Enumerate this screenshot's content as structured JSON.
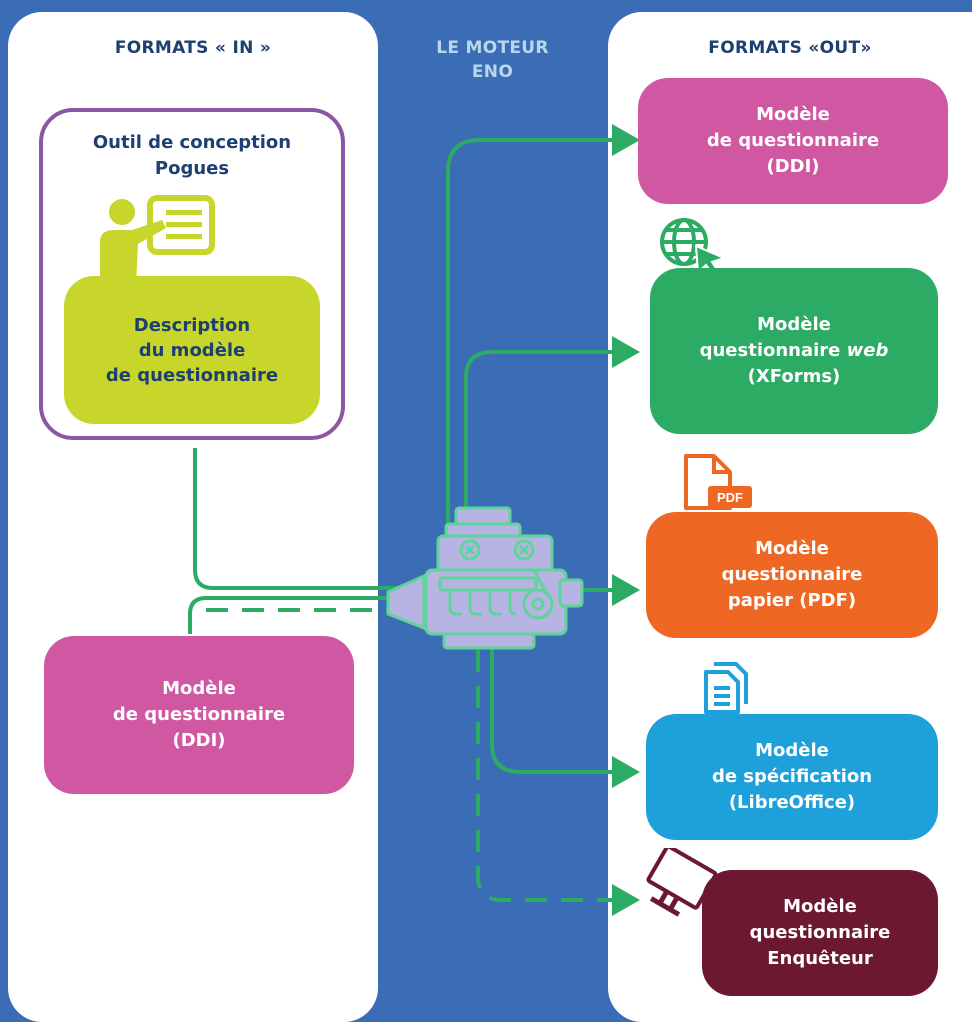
{
  "columns": {
    "in_title": "FORMATS « IN »",
    "middle_title_line1": "LE MOTEUR",
    "middle_title_line2": "ENO",
    "out_title": "FORMATS «OUT»"
  },
  "inputs": {
    "pogues_title_line1": "Outil de conception",
    "pogues_title_line2": "Pogues",
    "description_line1": "Description",
    "description_line2": "du modèle",
    "description_line3": "de questionnaire",
    "ddi_line1": "Modèle",
    "ddi_line2": "de questionnaire",
    "ddi_line3": "(DDI)"
  },
  "outputs": {
    "ddi_line1": "Modèle",
    "ddi_line2": "de questionnaire",
    "ddi_line3": "(DDI)",
    "web_line1": "Modèle",
    "web_line2a": "questionnaire ",
    "web_line2b": "web",
    "web_line3": "(XForms)",
    "pdf_line1": "Modèle",
    "pdf_line2": "questionnaire",
    "pdf_line3": "papier (PDF)",
    "spec_line1": "Modèle",
    "spec_line2": "de spécification",
    "spec_line3": "(LibreOffice)",
    "enq_line1": "Modèle",
    "enq_line2": "questionnaire",
    "enq_line3": "Enquêteur",
    "pdf_icon_label": "PDF"
  },
  "colors": {
    "background": "#3a6db6",
    "connector": "#2cab64",
    "pink": "#d058a2",
    "green": "#2cab64",
    "orange": "#ee6723",
    "blue": "#1ea1da",
    "burgundy": "#6c1830",
    "lime": "#c8d62b",
    "purple": "#8c56a4",
    "navy": "#1e3f72"
  },
  "icons": [
    "teacher-board-icon",
    "globe-cursor-icon",
    "pdf-file-icon",
    "documents-icon",
    "monitor-icon",
    "engine-icon"
  ]
}
